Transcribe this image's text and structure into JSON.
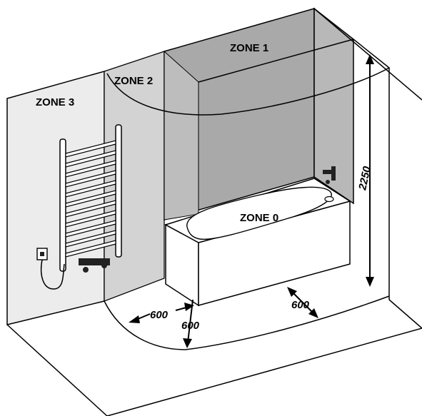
{
  "zones": {
    "zone0": "ZONE 0",
    "zone1": "ZONE 1",
    "zone2": "ZONE 2",
    "zone3": "ZONE 3"
  },
  "dimensions": {
    "height": "2250",
    "side_clearance": "600",
    "radius": "600",
    "front_clearance": "600"
  },
  "colors": {
    "zone1_fill": "#a9a9a9",
    "zone2_fill": "#d3d3d3",
    "zone3_fill": "#ececec",
    "line": "#000000",
    "bath_fill": "#ffffff"
  }
}
